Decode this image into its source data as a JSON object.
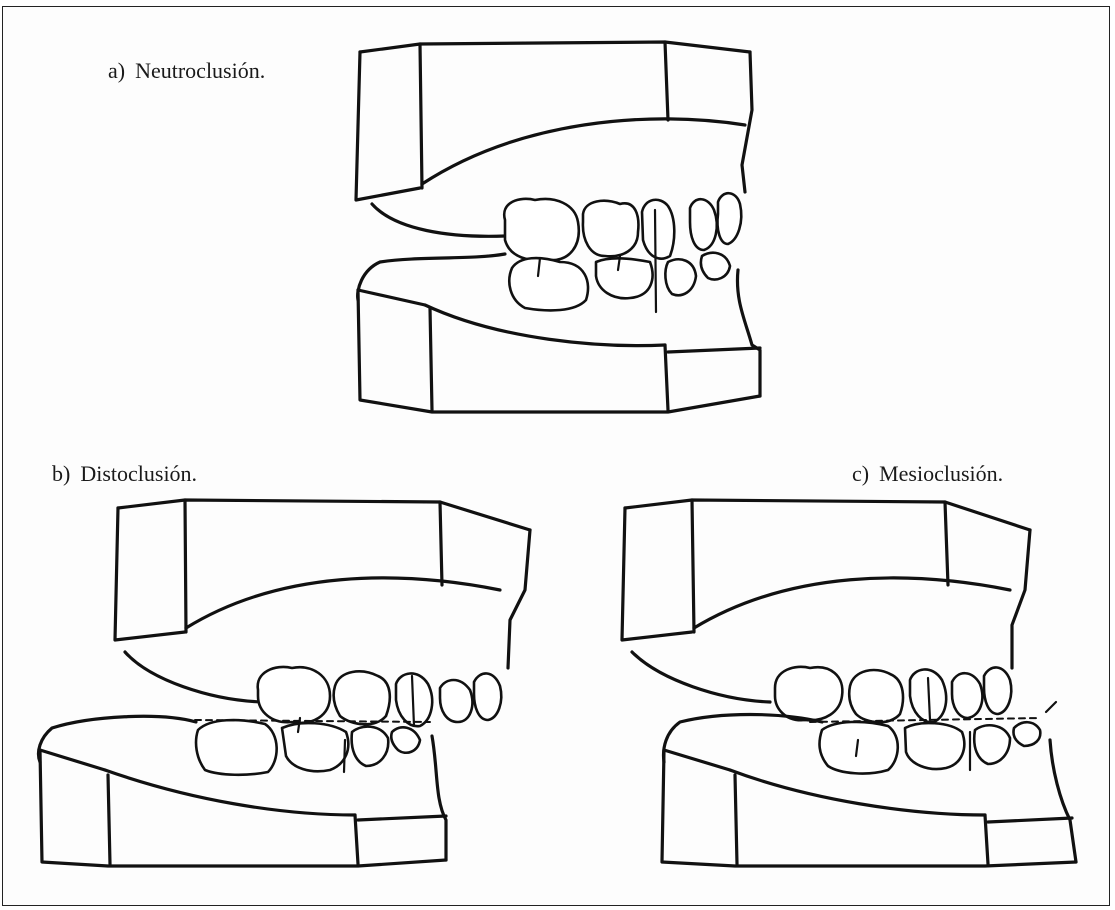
{
  "figures": [
    {
      "id": "a",
      "letter": "a)",
      "label": "Neutroclusión."
    },
    {
      "id": "b",
      "letter": "b)",
      "label": "Distoclusión."
    },
    {
      "id": "c",
      "letter": "c)",
      "label": "Mesioclusión."
    }
  ]
}
